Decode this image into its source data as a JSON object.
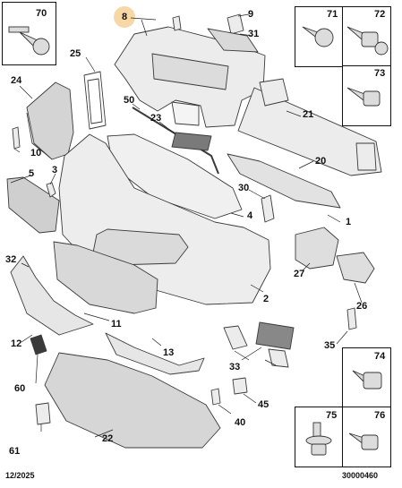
{
  "callouts": {
    "c8": "8",
    "c9": "9",
    "c31": "31",
    "c25": "25",
    "c24": "24",
    "c50": "50",
    "c23": "23",
    "c21": "21",
    "c10": "10",
    "c5": "5",
    "c3": "3",
    "c20": "20",
    "c30": "30",
    "c4": "4",
    "c1": "1",
    "c32": "32",
    "c27": "27",
    "c26": "26",
    "c2": "2",
    "c11": "11",
    "c12": "12",
    "c13": "13",
    "c35": "35",
    "c60": "60",
    "c33": "33",
    "c45": "45",
    "c40": "40",
    "c61": "61",
    "c22": "22"
  },
  "boxes": {
    "b70": "70",
    "b71": "71",
    "b72": "72",
    "b73": "73",
    "b74": "74",
    "b75": "75",
    "b76": "76"
  },
  "footer": {
    "date": "12/2025",
    "ref": "30000460"
  },
  "colors": {
    "highlight": "#f6c98a",
    "part_fill": "#e6e6e6",
    "part_stroke": "#3a3a3a"
  }
}
